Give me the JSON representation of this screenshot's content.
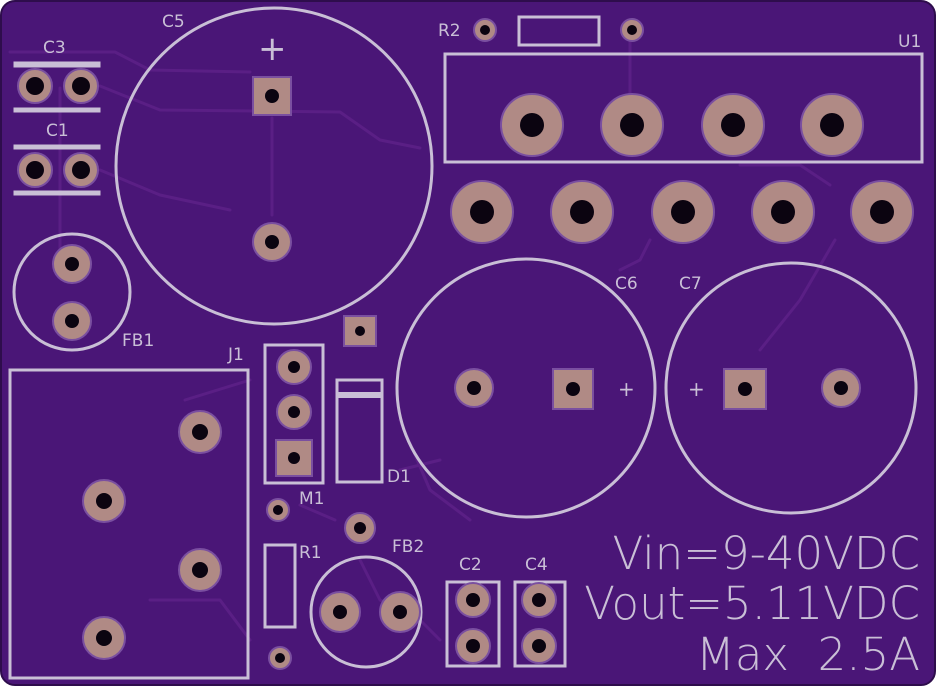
{
  "board": {
    "colors": {
      "substrate": "#4a1677",
      "silkscreen": "#c9bfd6",
      "copper_pad": "#b08a85",
      "drill": "#0b0410"
    }
  },
  "labels": {
    "c5": "C5",
    "c3": "C3",
    "c1": "C1",
    "r2": "R2",
    "u1": "U1",
    "fb1": "FB1",
    "j1": "J1",
    "c6": "C6",
    "c7": "C7",
    "d1": "D1",
    "m1": "M1",
    "r1": "R1",
    "fb2": "FB2",
    "c2": "C2",
    "c4": "C4"
  },
  "polarity": {
    "c5_plus": "+",
    "c6_plus": "+",
    "c7_plus": "+"
  },
  "spec_text": {
    "line1": "Vin=9-40VDC",
    "line2": "Vout=5.11VDC",
    "line3": "Max  2.5A"
  }
}
